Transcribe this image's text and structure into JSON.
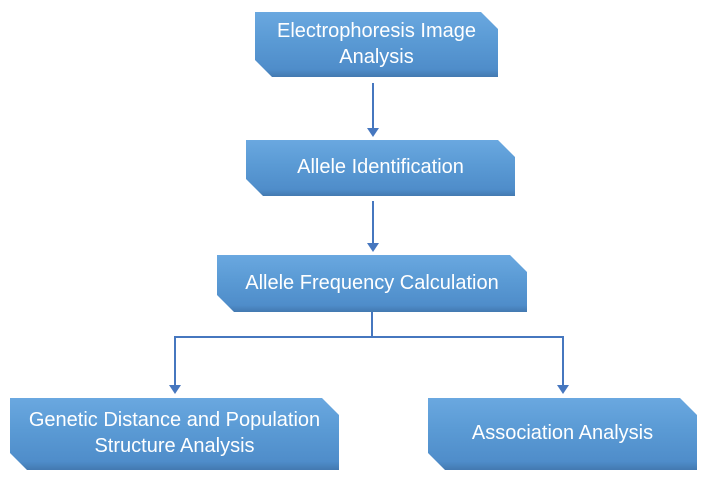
{
  "diagram": {
    "type": "flowchart",
    "nodes": [
      {
        "id": "electrophoresis-image-analysis",
        "label": "Electrophoresis Image Analysis"
      },
      {
        "id": "allele-identification",
        "label": "Allele Identification"
      },
      {
        "id": "allele-frequency-calculation",
        "label": "Allele Frequency Calculation"
      },
      {
        "id": "genetic-distance-population-structure",
        "label": "Genetic Distance and Population Structure Analysis"
      },
      {
        "id": "association-analysis",
        "label": "Association Analysis"
      }
    ],
    "edges": [
      {
        "from": "electrophoresis-image-analysis",
        "to": "allele-identification"
      },
      {
        "from": "allele-identification",
        "to": "allele-frequency-calculation"
      },
      {
        "from": "allele-frequency-calculation",
        "to": "genetic-distance-population-structure"
      },
      {
        "from": "allele-frequency-calculation",
        "to": "association-analysis"
      }
    ],
    "colors": {
      "node_fill": "#5b9bd5",
      "node_fill_top": "#6aa8e0",
      "node_fill_bottom": "#4379b0",
      "node_text": "#ffffff",
      "connector": "#4677bf",
      "background": "#ffffff"
    }
  }
}
